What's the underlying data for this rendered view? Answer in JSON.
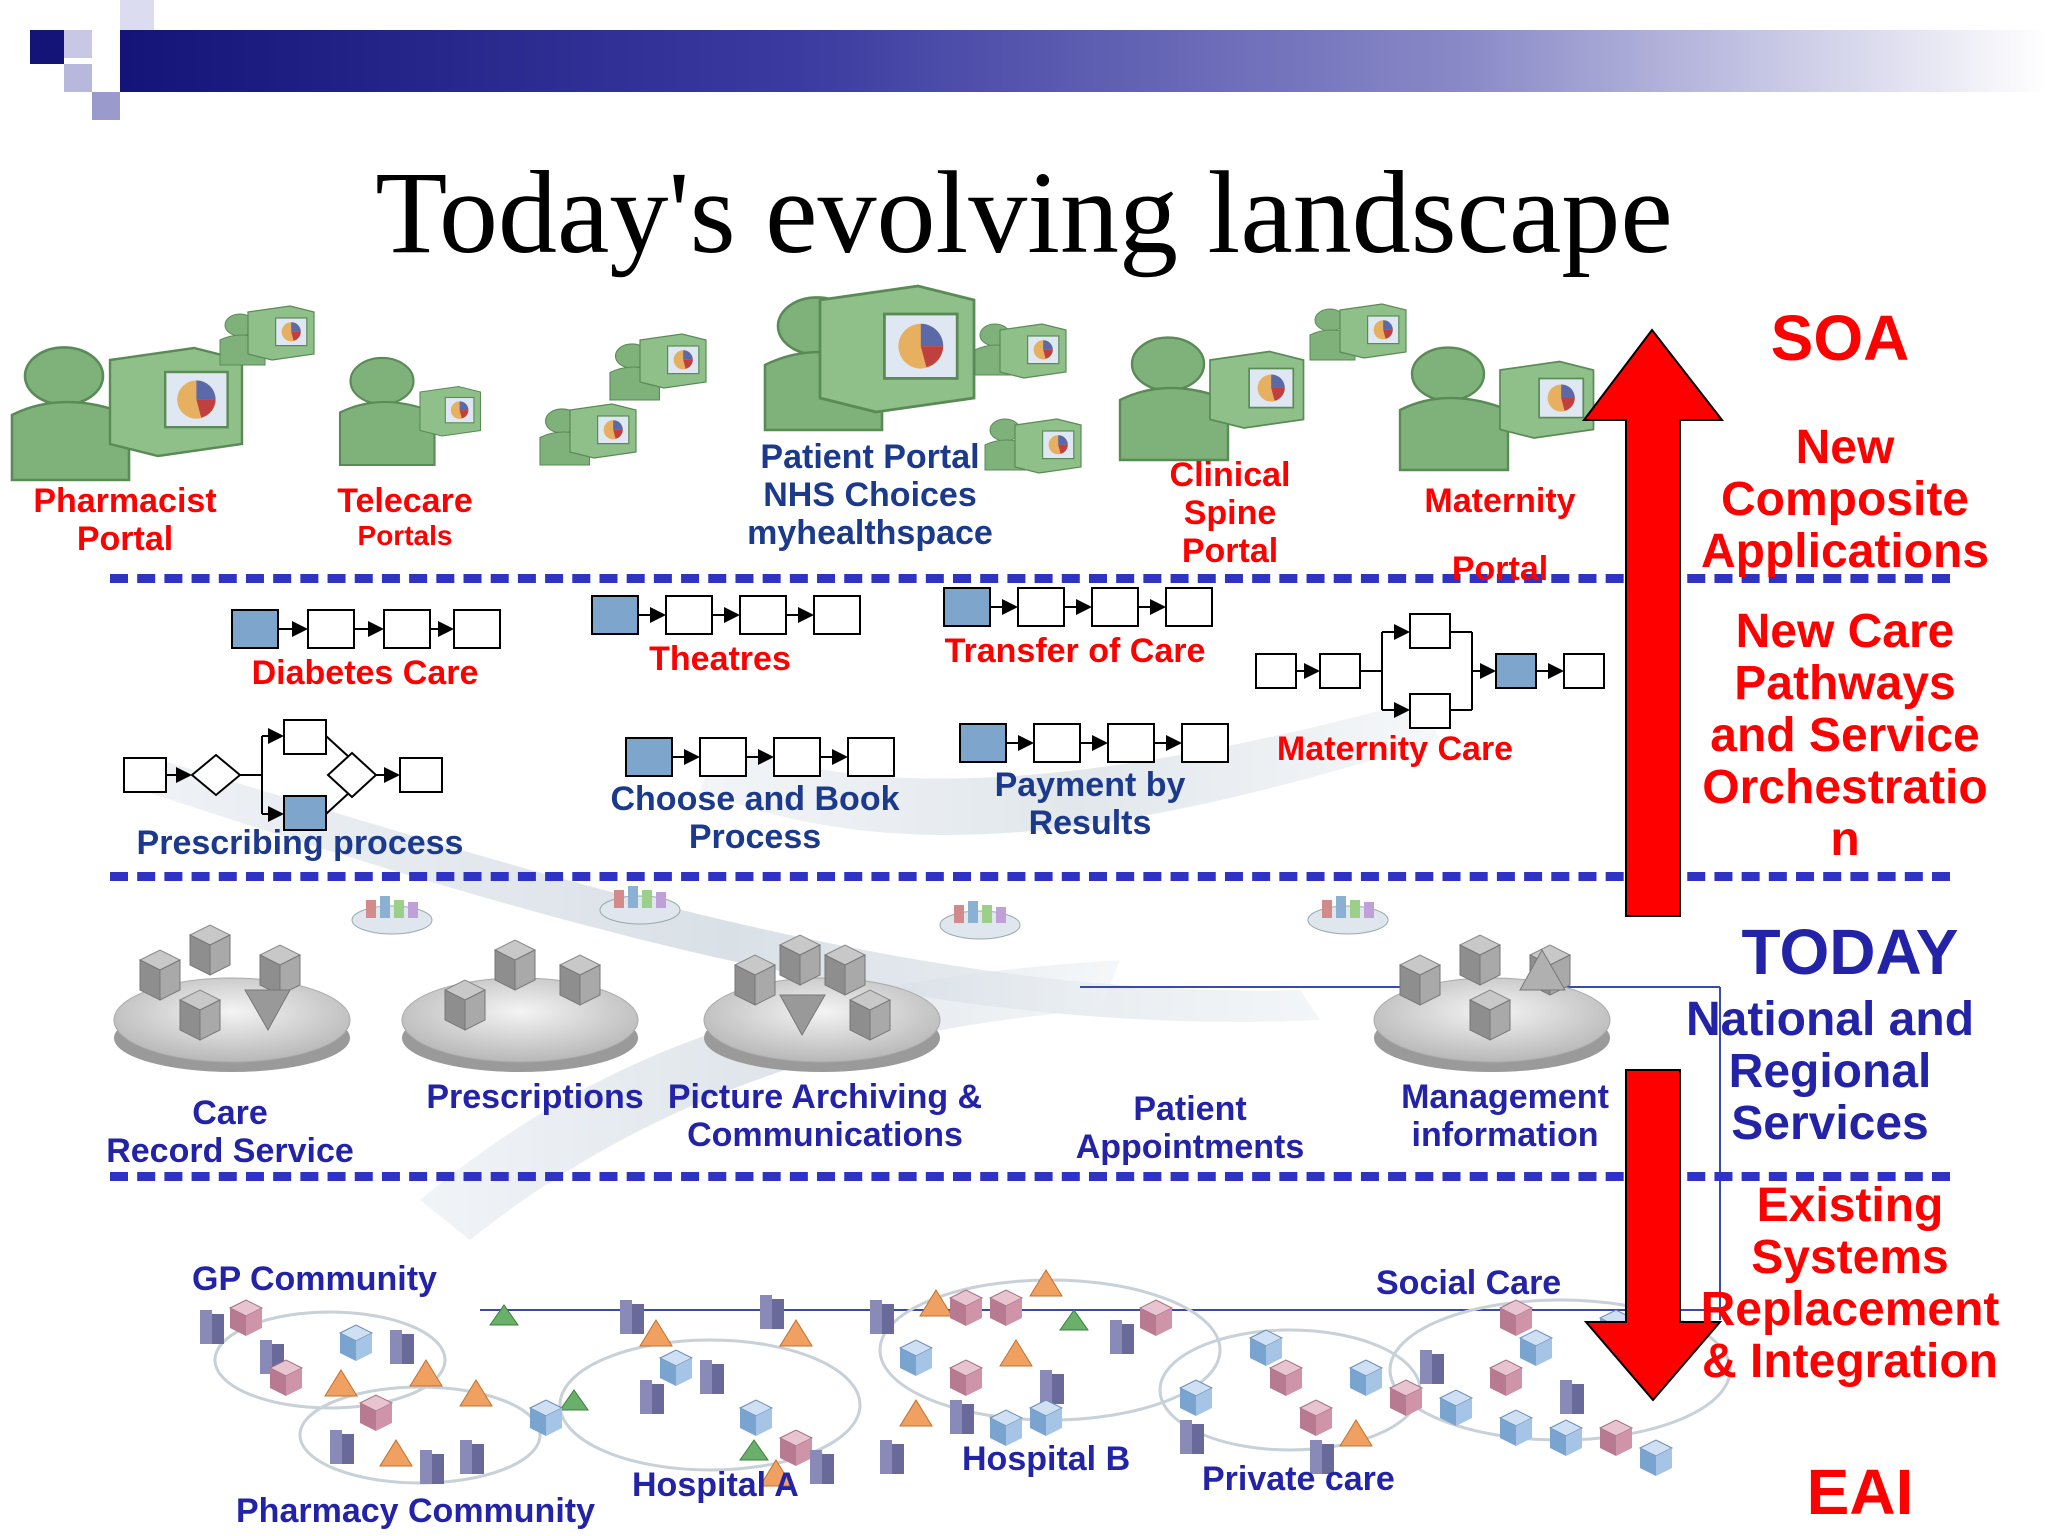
{
  "title": "Today's evolving landscape",
  "portals": [
    {
      "line1": "Pharmacist",
      "line2": "Portal"
    },
    {
      "line1": "Telecare",
      "line2": "Portals"
    },
    {
      "line1": "Patient Portal",
      "line2": "NHS Choices",
      "line3": "myhealthspace"
    },
    {
      "line1": "Clinical",
      "line2": "Spine",
      "line3": "Portal"
    },
    {
      "line1": "Maternity",
      "line2": "Portal"
    }
  ],
  "processes": {
    "diabetes": "Diabetes Care",
    "theatres": "Theatres",
    "transfer": "Transfer of Care",
    "maternity_care": "Maternity Care",
    "prescribing": "Prescribing process",
    "choose_book": {
      "line1": "Choose and Book",
      "line2": "Process"
    },
    "payment": {
      "line1": "Payment by",
      "line2": "Results"
    }
  },
  "services": [
    {
      "line1": "Care",
      "line2": "Record Service"
    },
    {
      "line1": "Prescriptions"
    },
    {
      "line1": "Picture Archiving &",
      "line2": "Communications"
    },
    {
      "line1": "Patient",
      "line2": "Appointments"
    },
    {
      "line1": "Management",
      "line2": "information"
    }
  ],
  "communities": {
    "gp": "GP Community",
    "pharmacy": "Pharmacy Community",
    "hospital_a": "Hospital A",
    "hospital_b": "Hospital B",
    "private": "Private care",
    "social": "Social Care"
  },
  "right_panel": {
    "soa": "SOA",
    "composite": [
      "New",
      "Composite",
      "Applications"
    ],
    "pathways": [
      "New Care",
      "Pathways",
      "and Service",
      "Orchestratio",
      "n"
    ],
    "today": "TODAY",
    "national": [
      "National and",
      "Regional",
      "Services"
    ],
    "existing": [
      "Existing",
      "Systems",
      "Replacement",
      "& Integration"
    ],
    "eai": "EAI"
  },
  "colors": {
    "accent_red": "#ff0000",
    "label_blue": "#1c3a8c",
    "band_blue": "#2e33c4",
    "portal_green": "#7fb27a",
    "header_navy": "#1a1a7a"
  }
}
